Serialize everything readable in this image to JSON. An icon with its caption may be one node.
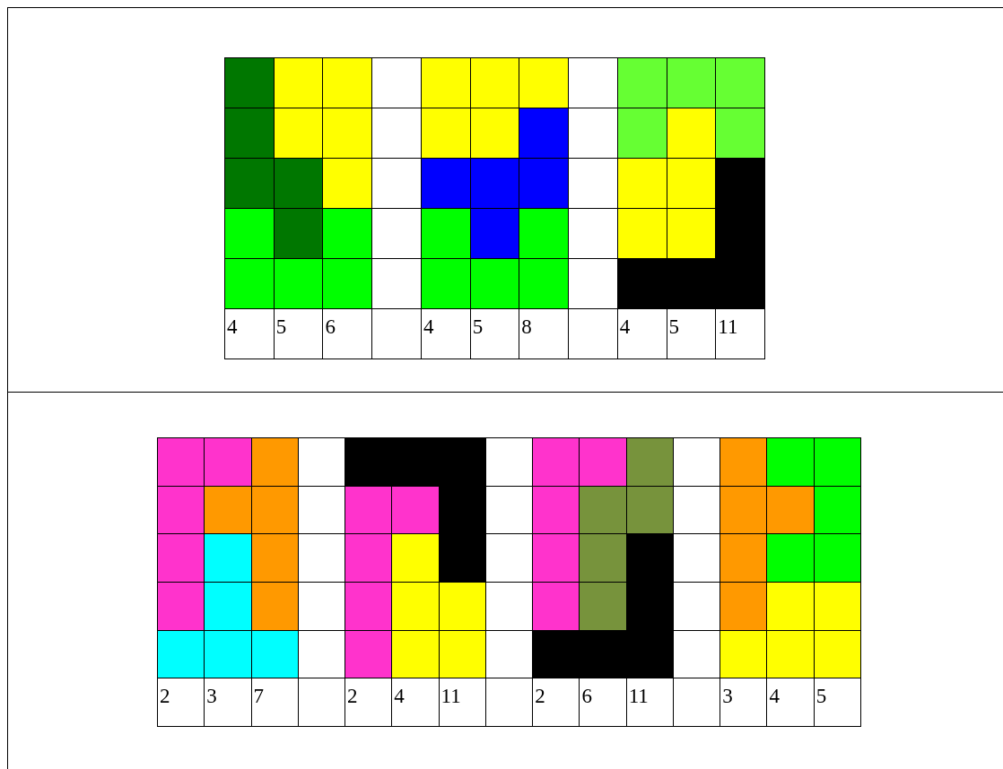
{
  "diagram": {
    "labels": [
      "4",
      "5",
      "6",
      "4",
      "5",
      "8",
      "4",
      "5",
      "11",
      "2",
      "3",
      "7",
      "2",
      "4",
      "11",
      "2",
      "6",
      "11",
      "3",
      "4",
      "5"
    ]
  }
}
